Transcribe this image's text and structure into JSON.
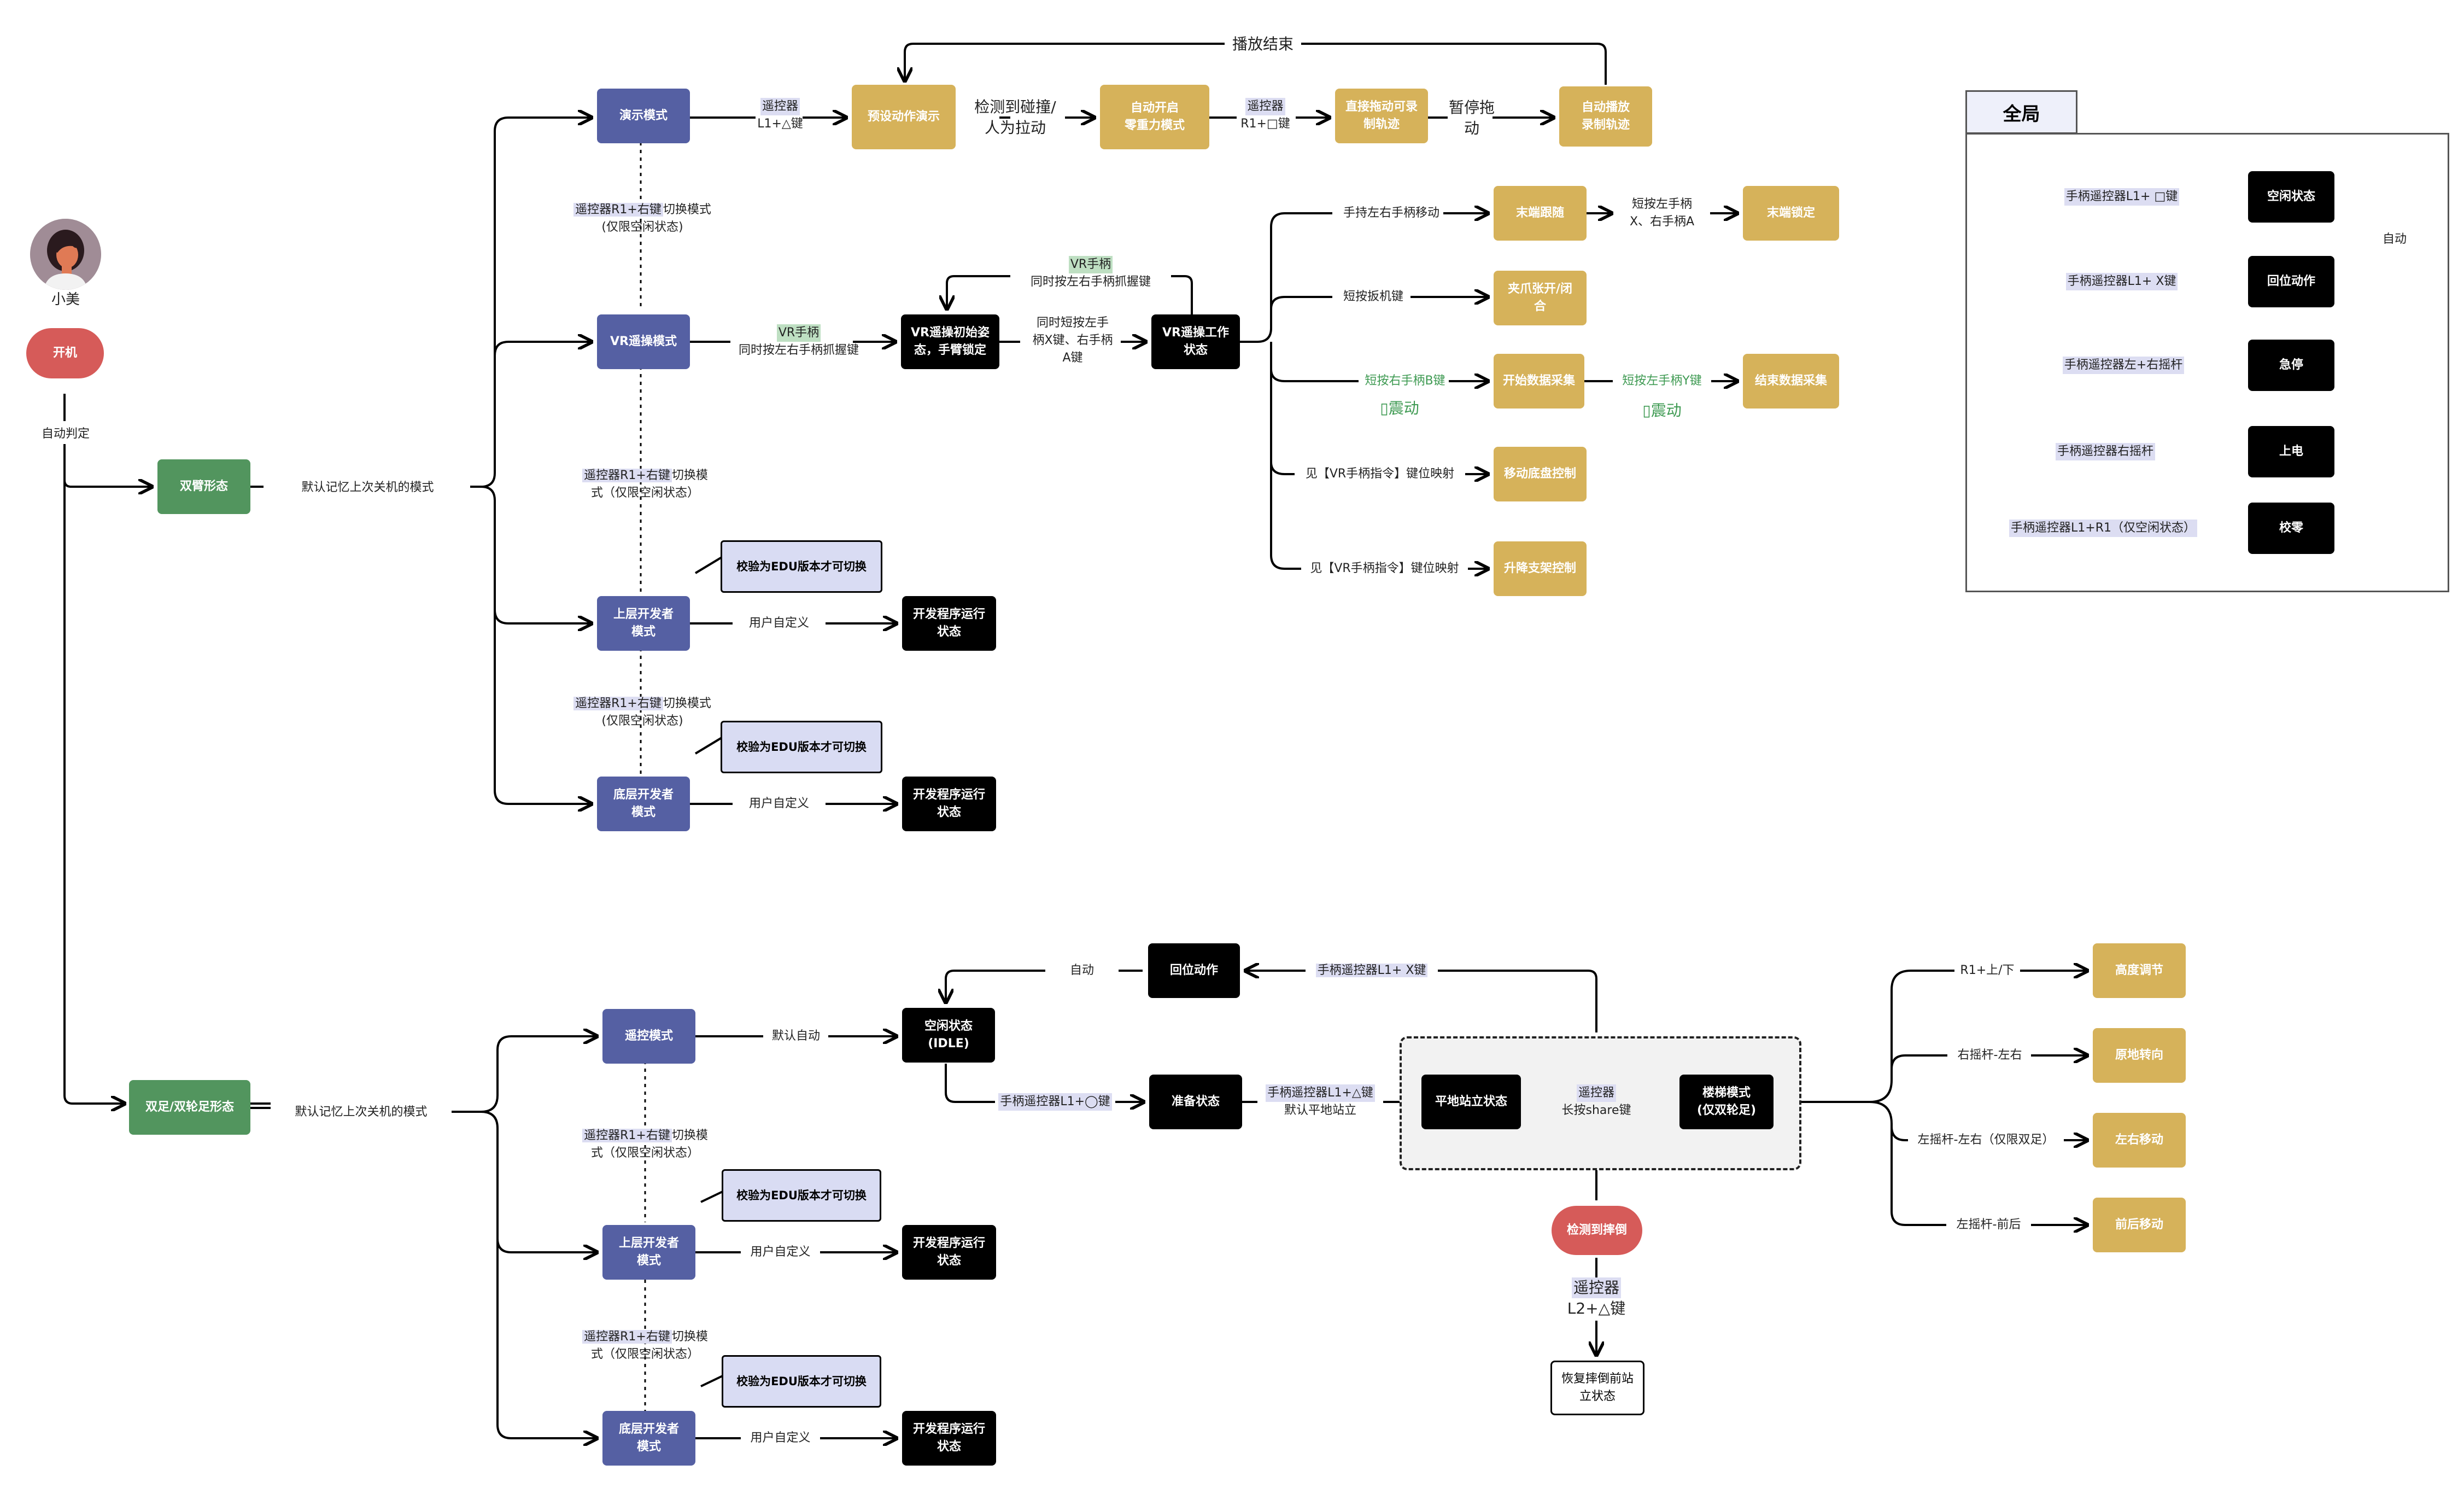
{
  "person": {
    "name": "小美"
  },
  "nodes": {
    "start": "开机",
    "dual_arm": "双臂形态",
    "legged": "双足/双轮足形态",
    "demo_mode": "演示模式",
    "preset_demo": "预设动作演示",
    "zero_gravity": "自动开启\n零重力模式",
    "record_traj": "直接拖动可录\n制轨迹",
    "auto_play": "自动播放\n录制轨迹",
    "vr_mode": "VR遥操模式",
    "vr_init": "VR遥操初始姿\n态，手臂锁定",
    "vr_work": "VR遥操工作\n状态",
    "end_follow": "末端跟随",
    "end_lock": "末端锁定",
    "gripper": "夹爪张开/闭\n合",
    "start_collect": "开始数据采集",
    "end_collect": "结束数据采集",
    "chassis_ctrl": "移动底盘控制",
    "lift_ctrl": "升降支架控制",
    "upper_dev_1": "上层开发者\n模式",
    "dev_run_1": "开发程序运行\n状态",
    "lower_dev_1": "底层开发者\n模式",
    "dev_run_2": "开发程序运行\n状态",
    "edu_1": "校验为EDU版本才可切换",
    "edu_2": "校验为EDU版本才可切换",
    "rc_mode": "遥控模式",
    "idle": "空闲状态\n(IDLE)",
    "reset_action": "回位动作",
    "ready": "准备状态",
    "stand": "平地站立状态",
    "stairs": "楼梯模式\n(仅双轮足)",
    "fall_detect": "检测到摔倒",
    "recover": "恢复摔倒前站\n立状态",
    "height_adj": "高度调节",
    "turn_in_place": "原地转向",
    "move_lr": "左右移动",
    "move_fb": "前后移动",
    "upper_dev_2": "上层开发者\n模式",
    "dev_run_3": "开发程序运行\n状态",
    "lower_dev_2": "底层开发者\n模式",
    "dev_run_4": "开发程序运行\n状态",
    "edu_3": "校验为EDU版本才可切换",
    "edu_4": "校验为EDU版本才可切换"
  },
  "labels": {
    "auto_judge": "自动判定",
    "default_last_1": "默认记忆上次关机的模式",
    "default_last_2": "默认记忆上次关机的模式",
    "play_end": "播放结束",
    "rc_tag": "遥控器",
    "l1_triangle": "L1+△键",
    "collision": "检测到碰撞/\n人为拉动",
    "r1_square": "R1+□键",
    "pause_drag": "暂停拖动",
    "switch_tag": "遥控器R1+右键",
    "switch_rest": "切换模式\n(仅限空闲状态)",
    "switch_rest_2": "切换模\n式（仅限空闲状态）",
    "vr_handle": "VR手柄",
    "grip_both": "同时按左右手柄抓握键",
    "grip_both_2": "同时按左右手柄抓握键",
    "press_xa": "同时短按左手\n柄X键、右手柄\nA键",
    "hold_move": "手持左右手柄移动",
    "press_xa_short": "短按左手柄\nX、右手柄A",
    "short_trigger": "短按扳机键",
    "short_b": "短按右手柄B键",
    "vibrate": "▯震动",
    "short_y": "短按左手柄Y键",
    "see_vr_1": "见【VR手柄指令】键位映射",
    "see_vr_2": "见【VR手柄指令】键位映射",
    "user_def": "用户自定义",
    "default_auto": "默认自动",
    "auto": "自动",
    "handle_l1x": "手柄遥控器L1+ X键",
    "handle_l1o": "手柄遥控器L1+◯键",
    "handle_l1tri": "手柄遥控器L1+△键",
    "default_stand": "默认平地站立",
    "share_hold": "长按share键",
    "l2_triangle": "L2+△键",
    "r1_updown": "R1+上/下",
    "right_lr": "右摇杆-左右",
    "left_lr": "左摇杆-左右（仅限双足）",
    "left_fb": "左摇杆-前后"
  },
  "legend": {
    "title": "全局",
    "rows": [
      {
        "key": "手柄遥控器L1+ □键",
        "state": "空闲状态"
      },
      {
        "key": "手柄遥控器L1+ X键",
        "state": "回位动作"
      },
      {
        "key": "手柄遥控器左+右摇杆",
        "state": "急停"
      },
      {
        "key": "手柄遥控器右摇杆",
        "state": "上电"
      },
      {
        "key": "手柄遥控器L1+R1（仅空闲状态）",
        "state": "校零"
      }
    ],
    "auto": "自动"
  },
  "colors": {
    "blue": "#5560A3",
    "gold": "#D6B25A",
    "black": "#000000",
    "green": "#52955E",
    "red": "#D65B59",
    "tag": "#DCDDF2"
  }
}
